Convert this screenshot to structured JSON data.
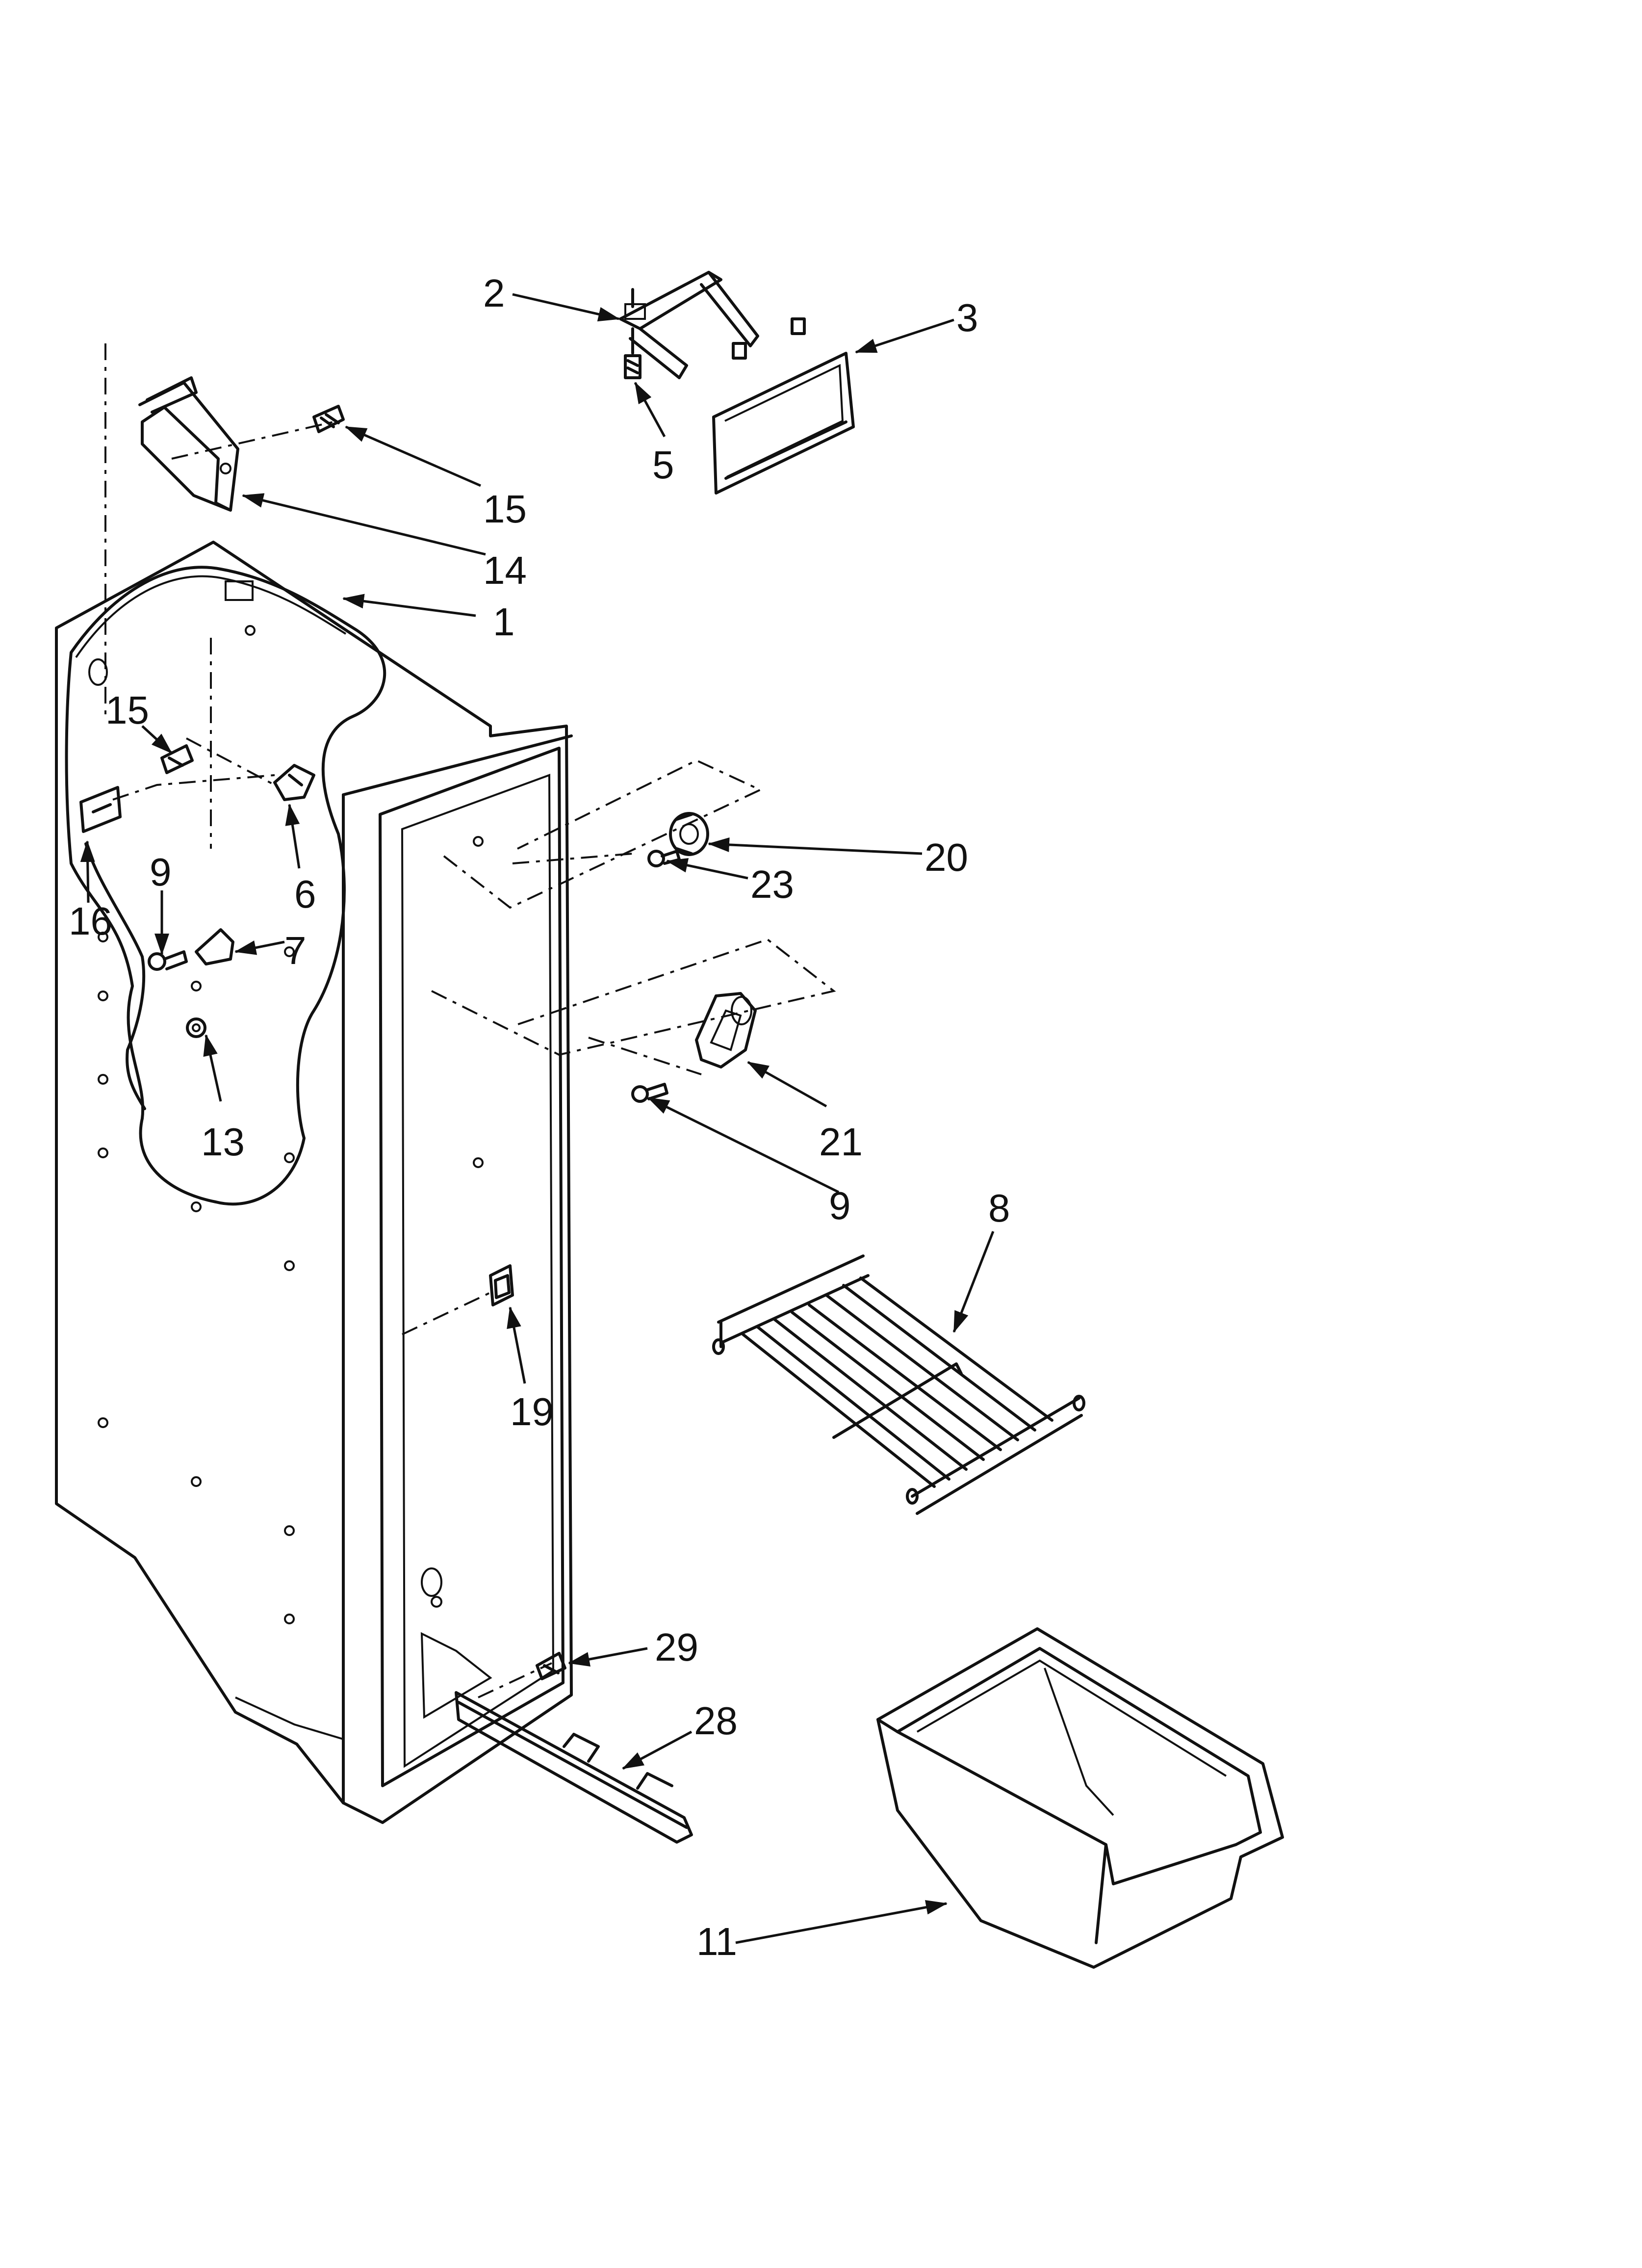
{
  "diagram": {
    "callouts": [
      "2",
      "3",
      "5",
      "15",
      "14",
      "1",
      "15",
      "16",
      "6",
      "9",
      "7",
      "13",
      "20",
      "23",
      "21",
      "9",
      "8",
      "19",
      "29",
      "28",
      "11"
    ]
  }
}
